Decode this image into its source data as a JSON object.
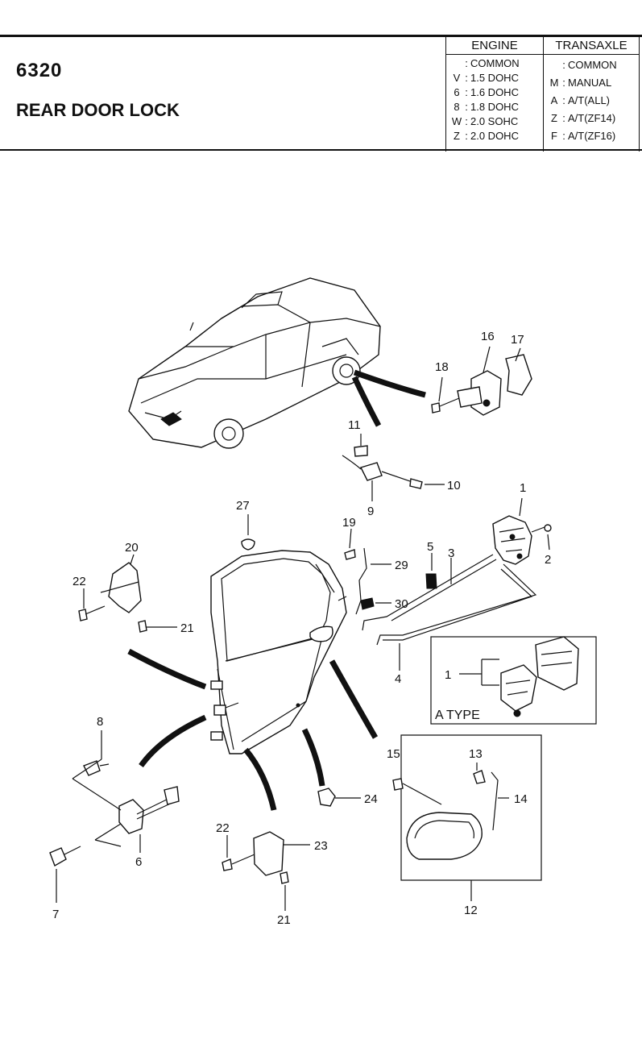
{
  "header": {
    "code": "6320",
    "title": "REAR DOOR LOCK"
  },
  "spec_table": {
    "engine_header": "ENGINE",
    "transaxle_header": "TRANSAXLE",
    "engine": [
      {
        "key": "",
        "value": "COMMON"
      },
      {
        "key": "V",
        "value": "1.5 DOHC"
      },
      {
        "key": "6",
        "value": "1.6 DOHC"
      },
      {
        "key": "8",
        "value": "1.8 DOHC"
      },
      {
        "key": "W",
        "value": "2.0 SOHC"
      },
      {
        "key": "Z",
        "value": "2.0 DOHC"
      }
    ],
    "transaxle": [
      {
        "key": "",
        "value": "COMMON"
      },
      {
        "key": "M",
        "value": "MANUAL"
      },
      {
        "key": "A",
        "value": "A/T(ALL)"
      },
      {
        "key": "Z",
        "value": "A/T(ZF14)"
      },
      {
        "key": "F",
        "value": "A/T(ZF16)"
      }
    ]
  },
  "callouts": {
    "c1": "1",
    "c1b": "1",
    "c2": "2",
    "c3": "3",
    "c4": "4",
    "c5": "5",
    "c6": "6",
    "c7": "7",
    "c8": "8",
    "c9": "9",
    "c10": "10",
    "c11": "11",
    "c12": "12",
    "c13": "13",
    "c14": "14",
    "c15": "15",
    "c16": "16",
    "c17": "17",
    "c18": "18",
    "c19": "19",
    "c20": "20",
    "c21a": "21",
    "c21b": "21",
    "c22a": "22",
    "c22b": "22",
    "c23": "23",
    "c24": "24",
    "c27": "27",
    "c29": "29",
    "c30": "30"
  },
  "inset_label": "A TYPE"
}
